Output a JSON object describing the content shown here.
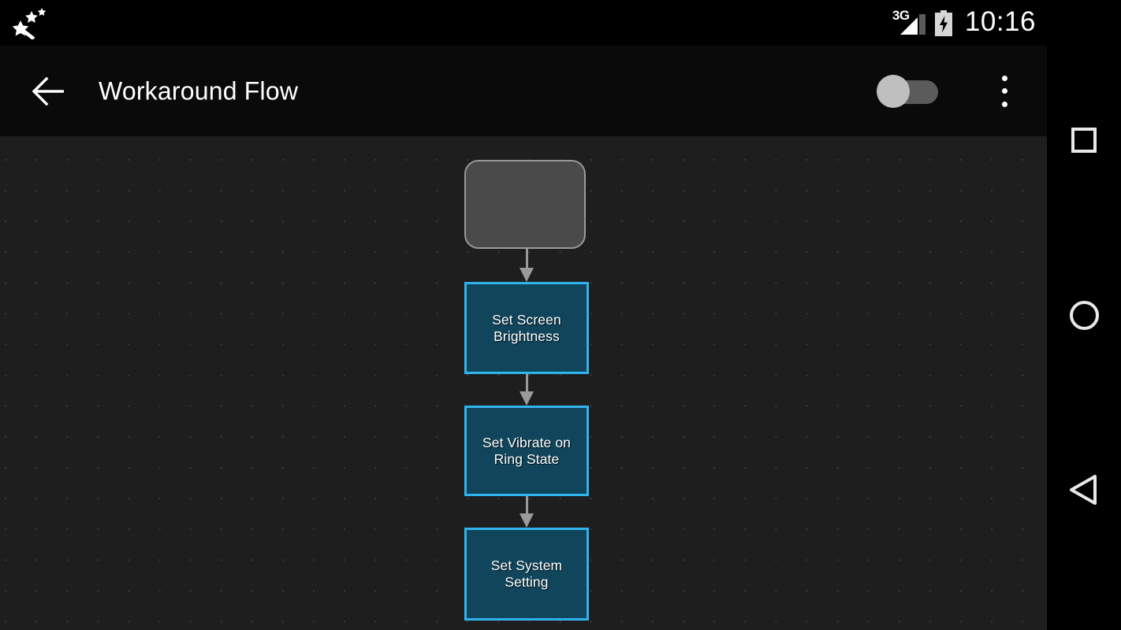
{
  "status_bar": {
    "app_icon": "magic-wand-icon",
    "network_type": "3G",
    "signal_icon": "signal-bars-icon",
    "battery_icon": "battery-charging-icon",
    "time": "10:16"
  },
  "app_bar": {
    "back_icon": "back-arrow-icon",
    "title": "Workaround Flow",
    "toggle": {
      "name": "flow-enable-toggle",
      "state": "off",
      "thumb_color": "#bfbfbf",
      "track_color": "#5b5b5b"
    },
    "overflow_icon": "overflow-menu-icon",
    "background": "#0a0a0a"
  },
  "canvas": {
    "background": "#1e1e1e",
    "grid_dot_color": "#3a3a3a",
    "grid_spacing": 39
  },
  "flow": {
    "start_node": {
      "label": "",
      "fill": "#4a4a4a",
      "border": "#9a9a9a",
      "shape": "rounded-rectangle"
    },
    "connector_color": "#9a9a9a",
    "block_fill": "#10455c",
    "block_border": "#2fb4ee",
    "blocks": [
      {
        "label": "Set Screen Brightness"
      },
      {
        "label": "Set Vibrate on Ring State"
      },
      {
        "label": "Set System Setting"
      }
    ]
  },
  "nav_bar": {
    "background": "#000000",
    "buttons": [
      {
        "name": "recents",
        "icon": "square-icon"
      },
      {
        "name": "home",
        "icon": "circle-icon"
      },
      {
        "name": "back",
        "icon": "triangle-left-icon"
      }
    ]
  }
}
